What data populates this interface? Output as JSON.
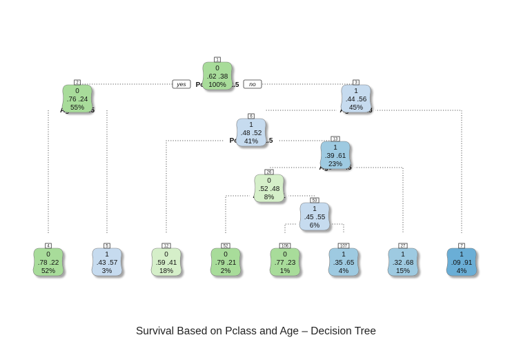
{
  "caption": "Survival Based on Pclass and Age  – Decision Tree",
  "yes_label": "yes",
  "no_label": "no",
  "colors": {
    "class0_light": "#d5efc9",
    "class0_mid": "#a8dc9a",
    "class0_dark": "#8fd27f",
    "class1_light": "#c6dbef",
    "class1_mid": "#9ecae1",
    "class1_dark": "#6aaed6",
    "edge": "#555555"
  },
  "nodes": [
    {
      "id": "1",
      "cls": "0",
      "probs": ".62  .38",
      "pct": "100%",
      "fill": "class0_mid"
    },
    {
      "id": "2",
      "cls": "0",
      "probs": ".76  .24",
      "pct": "55%",
      "fill": "class0_mid"
    },
    {
      "id": "3",
      "cls": "1",
      "probs": ".44  .56",
      "pct": "45%",
      "fill": "class1_light"
    },
    {
      "id": "4",
      "cls": "0",
      "probs": ".78  .22",
      "pct": "52%",
      "fill": "class0_mid"
    },
    {
      "id": "5",
      "cls": "1",
      "probs": ".43  .57",
      "pct": "3%",
      "fill": "class1_light"
    },
    {
      "id": "6",
      "cls": "1",
      "probs": ".48  .52",
      "pct": "41%",
      "fill": "class1_light"
    },
    {
      "id": "7",
      "cls": "1",
      "probs": ".09  .91",
      "pct": "4%",
      "fill": "class1_dark"
    },
    {
      "id": "12",
      "cls": "0",
      "probs": ".59  .41",
      "pct": "18%",
      "fill": "class0_light"
    },
    {
      "id": "13",
      "cls": "1",
      "probs": ".39  .61",
      "pct": "23%",
      "fill": "class1_mid"
    },
    {
      "id": "26",
      "cls": "0",
      "probs": ".52  .48",
      "pct": "8%",
      "fill": "class0_light"
    },
    {
      "id": "27",
      "cls": "1",
      "probs": ".32  .68",
      "pct": "15%",
      "fill": "class1_mid"
    },
    {
      "id": "52",
      "cls": "0",
      "probs": ".79  .21",
      "pct": "2%",
      "fill": "class0_mid"
    },
    {
      "id": "53",
      "cls": "1",
      "probs": ".45  .55",
      "pct": "6%",
      "fill": "class1_light"
    },
    {
      "id": "106",
      "cls": "0",
      "probs": ".77  .23",
      "pct": "1%",
      "fill": "class0_mid"
    },
    {
      "id": "107",
      "cls": "1",
      "probs": ".35  .65",
      "pct": "4%",
      "fill": "class1_mid"
    }
  ],
  "splits": [
    {
      "node": "1",
      "label": "Pclass >= 2.5"
    },
    {
      "node": "2",
      "label": "Age >= 6.5"
    },
    {
      "node": "3",
      "label": "Age >= 18"
    },
    {
      "node": "6",
      "label": "Pclass >= 1.5"
    },
    {
      "node": "13",
      "label": "Age >= 45"
    },
    {
      "node": "26",
      "label": "Age >= 61"
    },
    {
      "node": "53",
      "label": "Age < 48"
    }
  ]
}
